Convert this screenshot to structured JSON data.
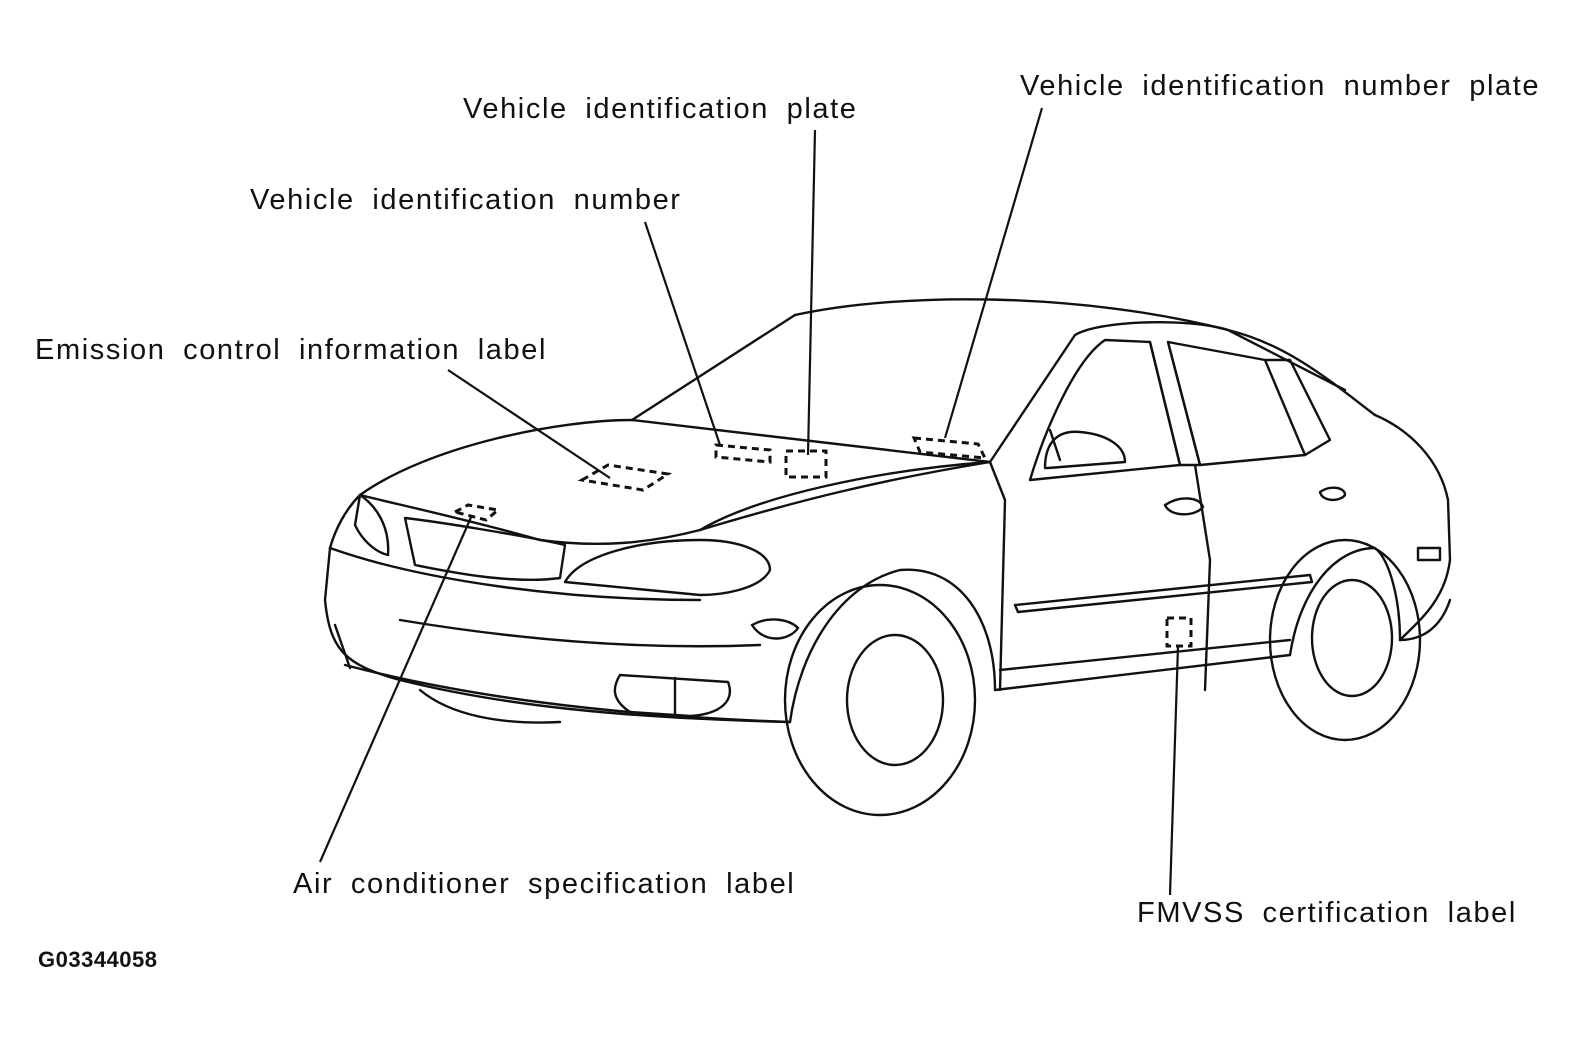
{
  "labels": {
    "vehicle_identification_plate": "Vehicle identification plate",
    "vehicle_identification_number_plate": "Vehicle identification number plate",
    "vehicle_identification_number": "Vehicle identification number",
    "emission_control_information_label": "Emission control information label",
    "air_conditioner_specification_label": "Air conditioner specification label",
    "fmvss_certification_label": "FMVSS certification label"
  },
  "figure_code": "G03344058"
}
